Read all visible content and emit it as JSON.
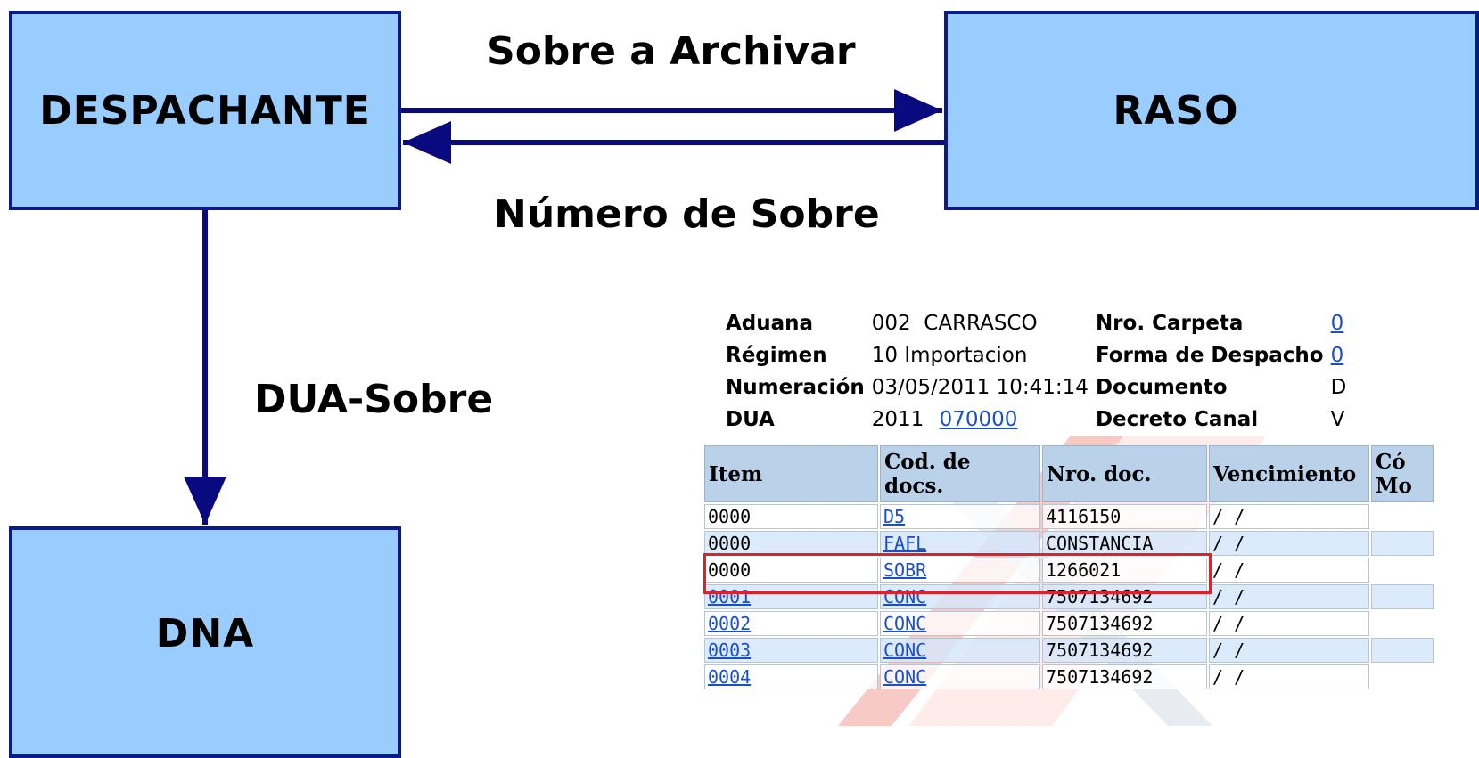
{
  "nodes": {
    "despachante": "DESPACHANTE",
    "raso": "RASO",
    "dna": "DNA"
  },
  "edges": {
    "sobre_a_archivar": "Sobre a Archivar",
    "numero_de_sobre": "Número de Sobre",
    "dua_sobre": "DUA-Sobre"
  },
  "colors": {
    "box_fill": "#99ccff",
    "box_border": "#0a1a8a",
    "arrow": "#0a0a80",
    "link": "#1a4fc8",
    "highlight": "#e0202a",
    "table_header": "#b9d2ea"
  },
  "dua_info": {
    "aduana_label": "Aduana",
    "aduana_value": "002  CARRASCO",
    "nro_carpeta_label": "Nro. Carpeta",
    "nro_carpeta_value": "0",
    "regimen_label": "Régimen",
    "regimen_value": "10 Importacion",
    "forma_despacho_label": "Forma de Despacho",
    "forma_despacho_value": "0",
    "numeracion_label": "Numeración",
    "numeracion_value": "03/05/2011 10:41:14",
    "documento_label": "Documento",
    "documento_value": "D",
    "dua_label": "DUA",
    "dua_year": "2011",
    "dua_number": "070000",
    "decreto_canal_label": "Decreto Canal",
    "decreto_canal_value": "V"
  },
  "doc_table": {
    "headers": [
      "Item",
      "Cod. de docs.",
      "Nro. doc.",
      "Vencimiento",
      "Có Mo"
    ],
    "rows": [
      [
        "0000",
        "D5",
        "4116150",
        "/ /"
      ],
      [
        "0000",
        "FAFL",
        "CONSTANCIA",
        "/ /"
      ],
      [
        "0000",
        "SOBR",
        "1266021",
        "/ /"
      ],
      [
        "0001",
        "CONC",
        "7507134692",
        "/ /"
      ],
      [
        "0002",
        "CONC",
        "7507134692",
        "/ /"
      ],
      [
        "0003",
        "CONC",
        "7507134692",
        "/ /"
      ],
      [
        "0004",
        "CONC",
        "7507134692",
        "/ /"
      ]
    ]
  }
}
